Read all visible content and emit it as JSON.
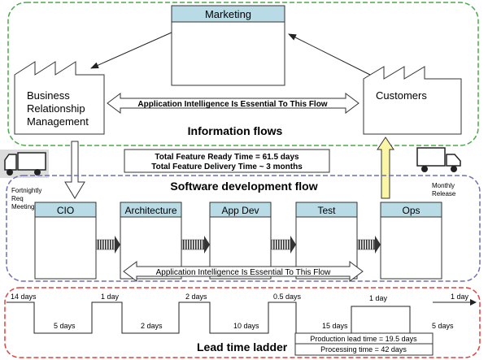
{
  "info_flow": {
    "title": "Information flows",
    "marketing": "Marketing",
    "brm": [
      "Business",
      "Relationship",
      "Management"
    ],
    "customers": "Customers",
    "banner": "Application Intelligence Is Essential To This Flow"
  },
  "feature_times": {
    "ready": "Total Feature Ready Time = 61.5 days",
    "delivery": "Total Feature Delivery Time ~ 3 months"
  },
  "trucks": {
    "left_label": [
      "Fortnightly",
      "Req",
      "Meeting"
    ],
    "right_label": [
      "Monthly",
      "Release"
    ]
  },
  "dev_flow": {
    "title": "Software development flow",
    "stages": [
      "CIO",
      "Architecture",
      "App Dev",
      "Test",
      "Ops"
    ],
    "banner": "Application Intelligence Is Essential To This Flow"
  },
  "lead_time": {
    "title": "Lead time ladder",
    "top_values": [
      "14 days",
      "1 day",
      "2 days",
      "0.5 days",
      "1 day",
      "1 day"
    ],
    "bottom_values": [
      "5 days",
      "2 days",
      "10 days",
      "15 days",
      "5 days"
    ],
    "production": "Production lead time = 19.5 days",
    "processing": "Processing time = 42 days"
  },
  "colors": {
    "green": "#4aa84a",
    "blue": "#6f6fb8",
    "red": "#e04040",
    "header_fill": "#b8dbe6",
    "yellow_arrow": "#fbf6a6"
  }
}
